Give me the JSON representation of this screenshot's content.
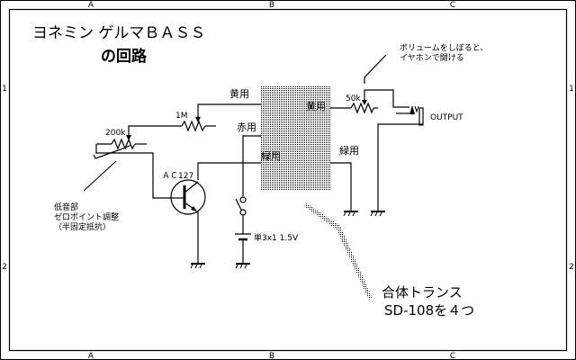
{
  "title": {
    "line1": "ヨネミン ゲルマＢＡＳＳ",
    "line2": "の回路"
  },
  "frame": {
    "columns": [
      "A",
      "B",
      "C"
    ],
    "rows": [
      "1",
      "2"
    ]
  },
  "annotations": {
    "volume_note_1": "ボリュームをしぼると、",
    "volume_note_2": "イヤホンで開ける",
    "bass_note_1": "低音部",
    "bass_note_2": "ゼロポイント調整",
    "bass_note_3": "（半固定抵抗）",
    "transformer_note_1": "合体トランス",
    "transformer_note_2": "SD-108を４つ"
  },
  "components": {
    "r_1m": "1M",
    "r_200k": "200k",
    "r_50k": "50k",
    "transistor": "ＡＣ127",
    "battery": "単3x1 1.5V",
    "output": "OUTPUT"
  },
  "wire_labels": {
    "yellow_left": "黄用",
    "yellow_right": "黄用",
    "red": "赤用",
    "green_inner": "緑用",
    "green_right": "緑用"
  }
}
